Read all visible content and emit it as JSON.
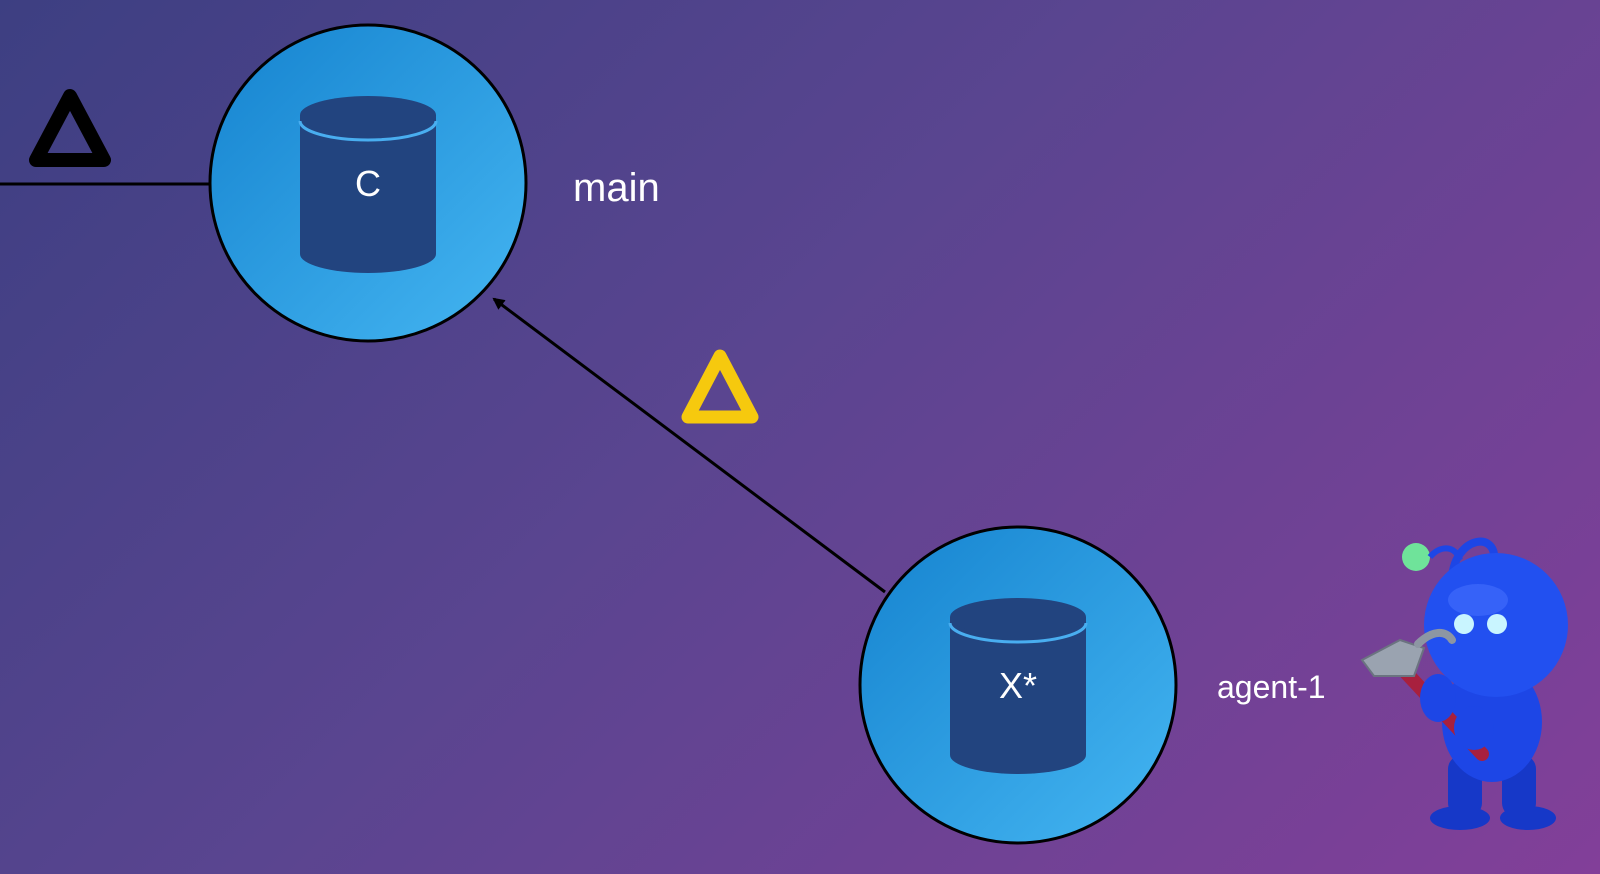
{
  "colors": {
    "background_start": "#3d3f82",
    "background_end": "#823f99",
    "node_fill": "#2b9fe3",
    "cylinder_fill": "#22447f",
    "line": "#000000",
    "delta_main": "#000000",
    "delta_agent": "#f6c90e",
    "text": "#ffffff",
    "robot_body": "#1d46e6",
    "antenna_bulb": "#6fe39a"
  },
  "nodes": {
    "main": {
      "db_label": "C",
      "branch_label": "main"
    },
    "agent": {
      "db_label": "X*",
      "branch_label": "agent-1"
    }
  },
  "icons": {
    "main_delta": "delta-icon",
    "agent_delta": "delta-icon",
    "robot": "robot-with-hammer-icon"
  }
}
